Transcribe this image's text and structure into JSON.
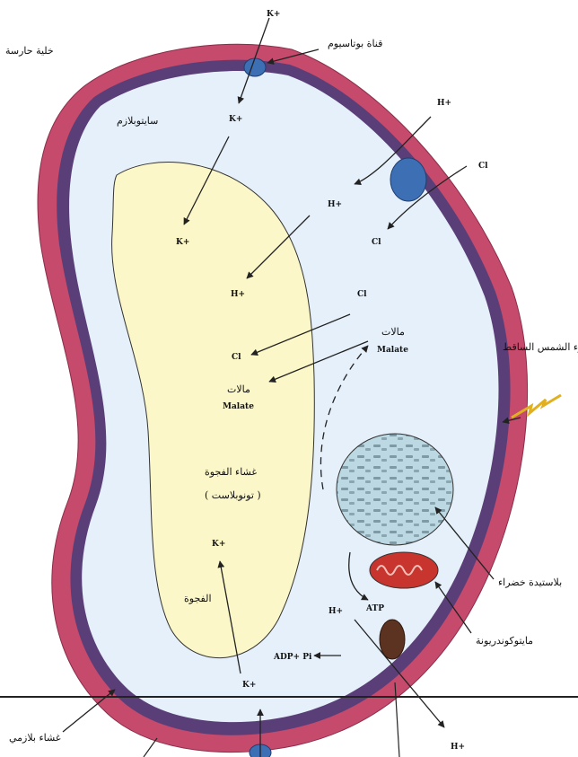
{
  "labels": {
    "guard_cell": "خلية حارسة",
    "potassium_channel": "قناة بوتاسيوم",
    "cytoplasm": "سايتوبلازم",
    "blue_light": "إشعاع ضوء الشمس الساقط",
    "vacuole_membrane": "غشاء الفجوة",
    "tonoplast": "( تونوبلاست )",
    "vacuole": "الفجوة",
    "chloroplast": "بلاستيدة خضراء",
    "mitochondrion": "مايتوكوندريونة",
    "plasma_membrane": "غشاء بلازمي",
    "malate_ar": "مالات",
    "malate_en": "Malate",
    "atp": "ATP",
    "adp": "ADP+ Pi"
  },
  "ions": {
    "k": "K+",
    "h": "H+",
    "cl": "Cl"
  },
  "colors": {
    "cell_wall": "#c54a6c",
    "membrane": "#5a3e78",
    "cytoplasm": "#e6f0fa",
    "vacuole": "#fbf7c8",
    "chloroplast": "#b8d6e0",
    "mitochondrion": "#c8352e",
    "channel": "#3d6fb5",
    "pump": "#5b3320"
  }
}
